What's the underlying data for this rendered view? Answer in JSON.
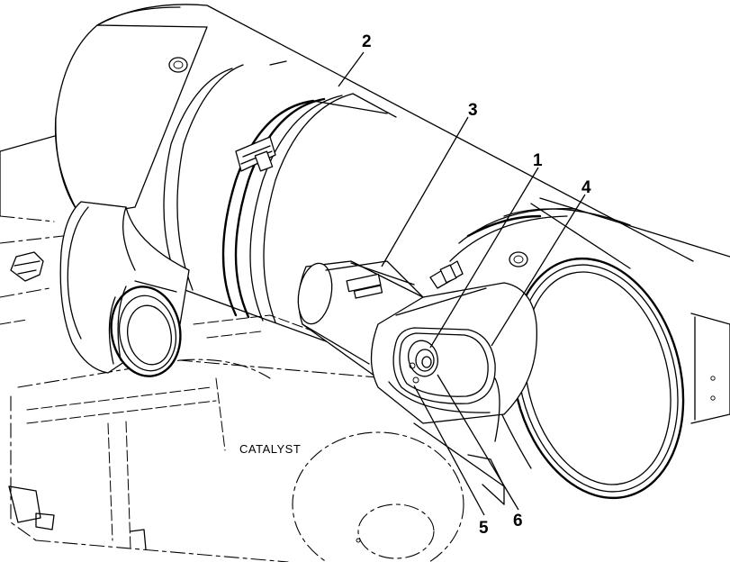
{
  "labels": {
    "catalyst": "CATALYST"
  },
  "callouts": [
    {
      "id": "1",
      "label": "1"
    },
    {
      "id": "2",
      "label": "2"
    },
    {
      "id": "3",
      "label": "3"
    },
    {
      "id": "4",
      "label": "4"
    },
    {
      "id": "5",
      "label": "5"
    },
    {
      "id": "6",
      "label": "6"
    }
  ]
}
